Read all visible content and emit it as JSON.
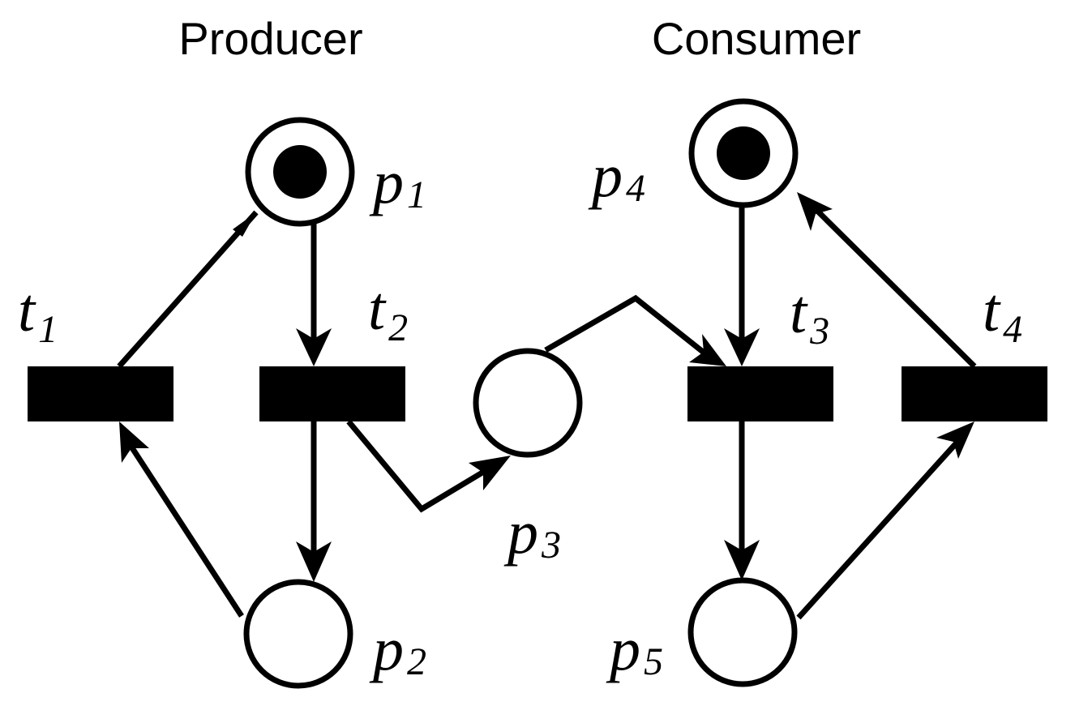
{
  "headings": {
    "producer": "Producer",
    "consumer": "Consumer"
  },
  "places": [
    {
      "id": "p1",
      "letter": "p",
      "index": "1",
      "tokens": 1
    },
    {
      "id": "p2",
      "letter": "p",
      "index": "2",
      "tokens": 0
    },
    {
      "id": "p3",
      "letter": "p",
      "index": "3",
      "tokens": 0
    },
    {
      "id": "p4",
      "letter": "p",
      "index": "4",
      "tokens": 1
    },
    {
      "id": "p5",
      "letter": "p",
      "index": "5",
      "tokens": 0
    }
  ],
  "transitions": [
    {
      "id": "t1",
      "letter": "t",
      "index": "1"
    },
    {
      "id": "t2",
      "letter": "t",
      "index": "2"
    },
    {
      "id": "t3",
      "letter": "t",
      "index": "3"
    },
    {
      "id": "t4",
      "letter": "t",
      "index": "4"
    }
  ],
  "arcs": [
    {
      "from": "t1",
      "to": "p1"
    },
    {
      "from": "p1",
      "to": "t2"
    },
    {
      "from": "t2",
      "to": "p2"
    },
    {
      "from": "p2",
      "to": "t1"
    },
    {
      "from": "t2",
      "to": "p3"
    },
    {
      "from": "p3",
      "to": "t3"
    },
    {
      "from": "p4",
      "to": "t3"
    },
    {
      "from": "t3",
      "to": "p5"
    },
    {
      "from": "p5",
      "to": "t4"
    },
    {
      "from": "t4",
      "to": "p4"
    }
  ],
  "colors": {
    "ink": "#000000",
    "background": "#ffffff"
  }
}
